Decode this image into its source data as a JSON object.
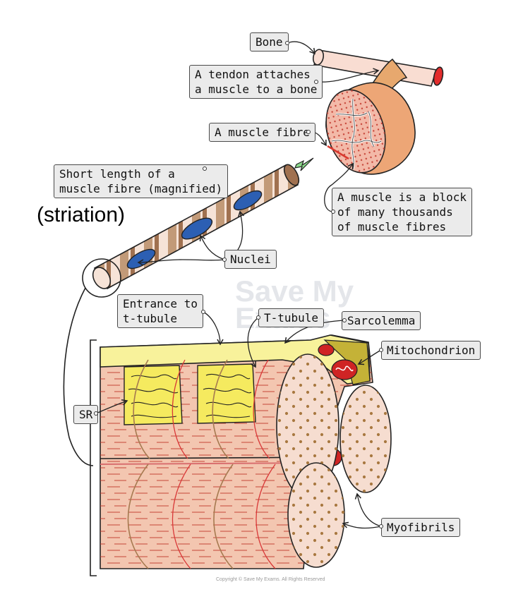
{
  "labels": {
    "bone": "Bone",
    "tendon_line1": "A tendon attaches",
    "tendon_line2": "a muscle to a bone",
    "muscle_fibre": "A muscle fibre",
    "short_length_line1": "Short length of a",
    "short_length_line2": "muscle fibre (magnified)",
    "striation": "(striation)",
    "block_line1": "A muscle is a block",
    "block_line2": "of many thousands",
    "block_line3": "of muscle fibres",
    "nuclei": "Nuclei",
    "entrance_line1": "Entrance to",
    "entrance_line2": "t-tubule",
    "t_tubule": "T-tubule",
    "sarcolemma": "Sarcolemma",
    "mitochondrion": "Mitochondrion",
    "sr": "SR",
    "myofibrils": "Myofibrils"
  },
  "watermark": {
    "line1": "Save My",
    "line2": "Exams"
  },
  "copyright": "Copyright © Save My Exams. All Rights Reserved",
  "colors": {
    "bone": "#f9ddd2",
    "bone_end": "#e32c2c",
    "tendon": "#e7a86e",
    "muscle": "#eda676",
    "muscle_section": "#f3b9a8",
    "fibre_dots": "#c64438",
    "fibre_light": "#f2d6c8",
    "fibre_band": "#c29a78",
    "nucleus": "#2c5fb3",
    "sarcolemma": "#f8f29b",
    "sarcolemma_dark": "#c4b237",
    "sr": "#f5ea5f",
    "myofibril": "#f3c6b0",
    "myofibril_end": "#f6ddd0",
    "myofibril_dots": "#a87840",
    "striation_red": "#d93838",
    "striation_brown": "#a67a50",
    "mitochondrion": "#cf2424",
    "arrow": "#8ad78a"
  }
}
